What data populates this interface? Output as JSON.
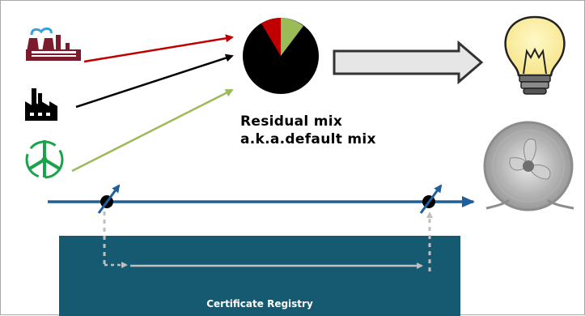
{
  "diagram": {
    "residual_mix": {
      "title": "Residual mix",
      "subtitle": "a.k.a.default mix"
    },
    "registry": {
      "label": "Certificate Registry"
    },
    "colors": {
      "fossil": "#c00000",
      "industrial": "#000000",
      "renewable": "#9bbb59",
      "flow": "#1f5f9c",
      "registry_bg": "#165a72",
      "dotted": "#bfbfbf"
    },
    "icons": [
      "power-plant-icon",
      "factory-icon",
      "wind-turbine-icon",
      "pie-chart-icon",
      "light-bulb-icon",
      "electric-fan-icon",
      "certificate-meter-icon"
    ]
  }
}
